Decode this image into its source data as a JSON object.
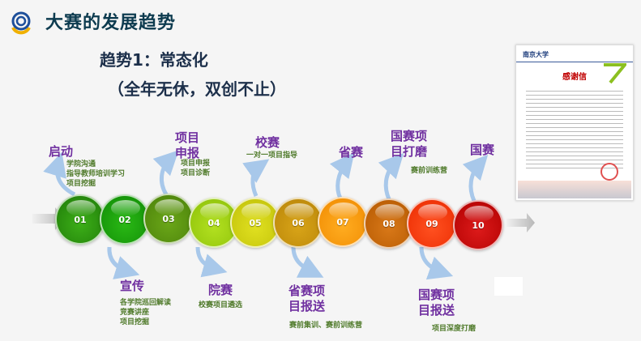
{
  "header": {
    "title": "大赛的发展趋势",
    "subtitle": "趋势1：常态化",
    "subtitle2": "（全年无休，双创不止）",
    "logo_icon": "competition-logo-icon"
  },
  "steps": [
    {
      "num": "01",
      "label": "启动",
      "details": [
        "学院沟通",
        "指导教师培训学习",
        "项目挖掘"
      ],
      "color": "#2e8b10"
    },
    {
      "num": "02",
      "label": "宣传",
      "details": [
        "各学院巡回解读",
        "竞赛讲座",
        "项目挖掘"
      ],
      "color": "#1f9a10"
    },
    {
      "num": "03",
      "label": "项目申报",
      "details": [
        "项目申报",
        "项目诊断"
      ],
      "color": "#5a9412"
    },
    {
      "num": "04",
      "label": "院赛",
      "details": [
        "校赛项目遴选"
      ],
      "color": "#a2cc10"
    },
    {
      "num": "05",
      "label": "校赛",
      "details": [
        "一对一项目指导"
      ],
      "color": "#cccc10"
    },
    {
      "num": "06",
      "label": "省赛项目报送",
      "details": [
        "赛前集训、赛前训练营"
      ],
      "color": "#c99410"
    },
    {
      "num": "07",
      "label": "省赛",
      "details": [],
      "color": "#f99b10"
    },
    {
      "num": "08",
      "label": "国赛项目打磨",
      "details": [
        "赛前训练营"
      ],
      "color": "#c8670c"
    },
    {
      "num": "09",
      "label": "国赛项目报送",
      "details": [
        "项目深度打磨"
      ],
      "color": "#f53a10"
    },
    {
      "num": "10",
      "label": "国赛",
      "details": [],
      "color": "#c50a0a"
    }
  ],
  "letter": {
    "university": "南京大学",
    "heading": "感谢信",
    "image": "thank-you-letter-image"
  }
}
